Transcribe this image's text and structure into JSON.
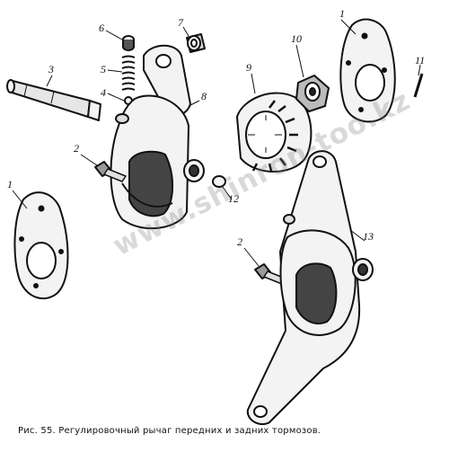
{
  "caption": "Рис. 55. Регулировочный рычаг передних и задних тормозов.",
  "watermark": "www.shinron-too.kz",
  "callouts": {
    "c1a": "1",
    "c1b": "1",
    "c2a": "2",
    "c2b": "2",
    "c3": "3",
    "c4": "4",
    "c5": "5",
    "c6": "6",
    "c7": "7",
    "c8": "8",
    "c9": "9",
    "c10": "10",
    "c11": "11",
    "c12": "12",
    "c13": "13"
  }
}
